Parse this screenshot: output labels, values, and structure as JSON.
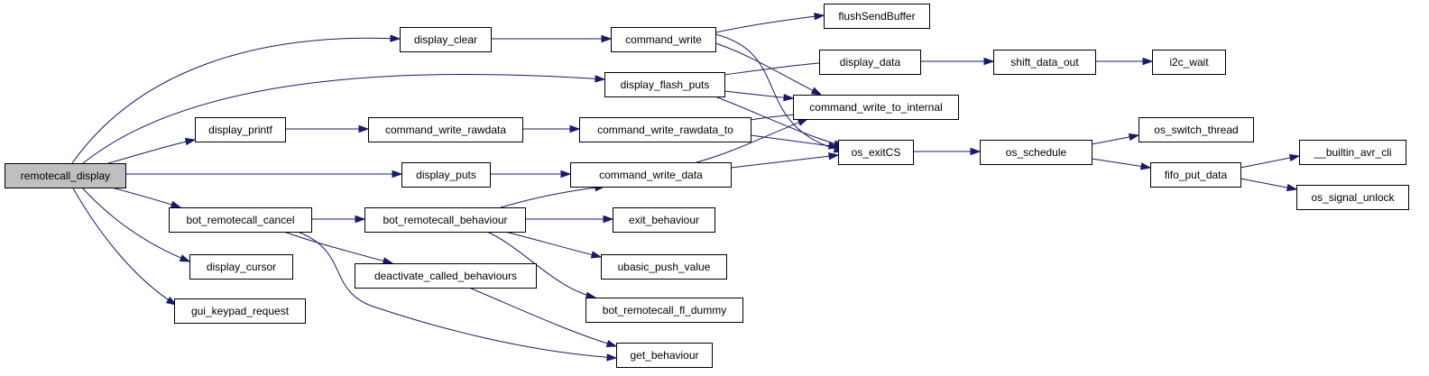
{
  "diagram": {
    "type": "call-graph",
    "root": "remotecall_display",
    "colors": {
      "edge": "#191970",
      "root_fill": "#bfbfbf",
      "node_fill": "#ffffff",
      "node_stroke": "#000000"
    },
    "nodes": [
      {
        "id": "remotecall_display",
        "label": "remotecall_display"
      },
      {
        "id": "display_clear",
        "label": "display_clear"
      },
      {
        "id": "display_flash_puts",
        "label": "display_flash_puts"
      },
      {
        "id": "display_printf",
        "label": "display_printf"
      },
      {
        "id": "display_puts",
        "label": "display_puts"
      },
      {
        "id": "bot_remotecall_cancel",
        "label": "bot_remotecall_cancel"
      },
      {
        "id": "display_cursor",
        "label": "display_cursor"
      },
      {
        "id": "gui_keypad_request",
        "label": "gui_keypad_request"
      },
      {
        "id": "command_write",
        "label": "command_write"
      },
      {
        "id": "command_write_rawdata",
        "label": "command_write_rawdata"
      },
      {
        "id": "command_write_rawdata_to",
        "label": "command_write_rawdata_to"
      },
      {
        "id": "command_write_data",
        "label": "command_write_data"
      },
      {
        "id": "bot_remotecall_behaviour",
        "label": "bot_remotecall_behaviour"
      },
      {
        "id": "deactivate_called_behaviours",
        "label": "deactivate_called_behaviours"
      },
      {
        "id": "flushSendBuffer",
        "label": "flushSendBuffer"
      },
      {
        "id": "display_data",
        "label": "display_data"
      },
      {
        "id": "command_write_to_internal",
        "label": "command_write_to_internal"
      },
      {
        "id": "os_exitCS",
        "label": "os_exitCS"
      },
      {
        "id": "exit_behaviour",
        "label": "exit_behaviour"
      },
      {
        "id": "ubasic_push_value",
        "label": "ubasic_push_value"
      },
      {
        "id": "bot_remotecall_fl_dummy",
        "label": "bot_remotecall_fl_dummy"
      },
      {
        "id": "get_behaviour",
        "label": "get_behaviour"
      },
      {
        "id": "shift_data_out",
        "label": "shift_data_out"
      },
      {
        "id": "i2c_wait",
        "label": "i2c_wait"
      },
      {
        "id": "os_schedule",
        "label": "os_schedule"
      },
      {
        "id": "os_switch_thread",
        "label": "os_switch_thread"
      },
      {
        "id": "fifo_put_data",
        "label": "fifo_put_data"
      },
      {
        "id": "__builtin_avr_cli",
        "label": "__builtin_avr_cli"
      },
      {
        "id": "os_signal_unlock",
        "label": "os_signal_unlock"
      }
    ],
    "edges": [
      {
        "from": "remotecall_display",
        "to": "display_clear"
      },
      {
        "from": "remotecall_display",
        "to": "display_flash_puts"
      },
      {
        "from": "remotecall_display",
        "to": "display_printf"
      },
      {
        "from": "remotecall_display",
        "to": "display_puts"
      },
      {
        "from": "remotecall_display",
        "to": "bot_remotecall_cancel"
      },
      {
        "from": "remotecall_display",
        "to": "display_cursor"
      },
      {
        "from": "remotecall_display",
        "to": "gui_keypad_request"
      },
      {
        "from": "display_clear",
        "to": "command_write"
      },
      {
        "from": "command_write",
        "to": "flushSendBuffer"
      },
      {
        "from": "command_write",
        "to": "command_write_to_internal"
      },
      {
        "from": "command_write",
        "to": "os_exitCS"
      },
      {
        "from": "display_flash_puts",
        "to": "display_data"
      },
      {
        "from": "display_flash_puts",
        "to": "command_write_to_internal"
      },
      {
        "from": "display_flash_puts",
        "to": "os_exitCS"
      },
      {
        "from": "display_printf",
        "to": "command_write_rawdata"
      },
      {
        "from": "command_write_rawdata",
        "to": "command_write_rawdata_to"
      },
      {
        "from": "command_write_rawdata_to",
        "to": "command_write_to_internal"
      },
      {
        "from": "command_write_rawdata_to",
        "to": "os_exitCS"
      },
      {
        "from": "display_puts",
        "to": "command_write_data"
      },
      {
        "from": "command_write_data",
        "to": "command_write_to_internal"
      },
      {
        "from": "command_write_data",
        "to": "os_exitCS"
      },
      {
        "from": "display_data",
        "to": "shift_data_out"
      },
      {
        "from": "shift_data_out",
        "to": "i2c_wait"
      },
      {
        "from": "os_exitCS",
        "to": "os_schedule"
      },
      {
        "from": "os_schedule",
        "to": "os_switch_thread"
      },
      {
        "from": "os_schedule",
        "to": "fifo_put_data"
      },
      {
        "from": "fifo_put_data",
        "to": "__builtin_avr_cli"
      },
      {
        "from": "fifo_put_data",
        "to": "os_signal_unlock"
      },
      {
        "from": "bot_remotecall_cancel",
        "to": "bot_remotecall_behaviour"
      },
      {
        "from": "bot_remotecall_cancel",
        "to": "deactivate_called_behaviours"
      },
      {
        "from": "bot_remotecall_cancel",
        "to": "get_behaviour"
      },
      {
        "from": "bot_remotecall_behaviour",
        "to": "command_write_data"
      },
      {
        "from": "bot_remotecall_behaviour",
        "to": "exit_behaviour"
      },
      {
        "from": "bot_remotecall_behaviour",
        "to": "ubasic_push_value"
      },
      {
        "from": "bot_remotecall_behaviour",
        "to": "bot_remotecall_fl_dummy"
      },
      {
        "from": "deactivate_called_behaviours",
        "to": "get_behaviour"
      }
    ]
  }
}
